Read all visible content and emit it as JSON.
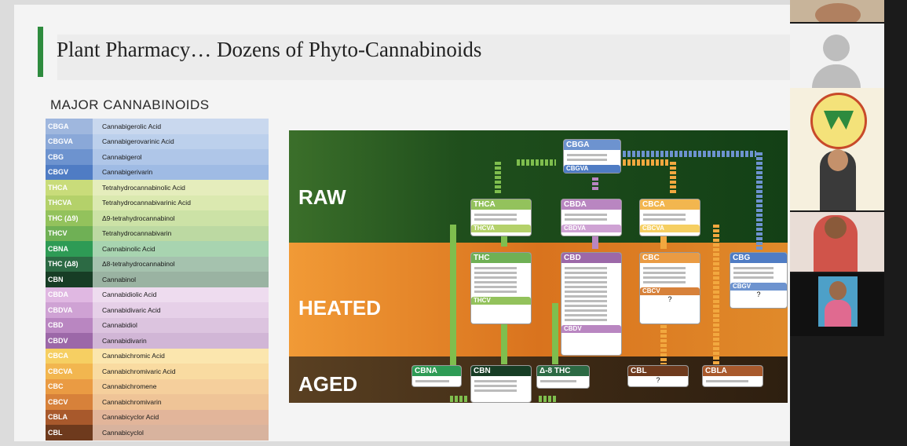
{
  "slide": {
    "title": "Plant Pharmacy… Dozens of Phyto-Cannabinoids",
    "subheading": "MAJOR CANNABINOIDS"
  },
  "cannabinoids": [
    {
      "abbr": "CBGA",
      "name": "Cannabigerolic Acid",
      "color": "#9fb7de",
      "bg": "#c9d8ee"
    },
    {
      "abbr": "CBGVA",
      "name": "Cannabigerovarinic Acid",
      "color": "#8aa8d8",
      "bg": "#bcd0ec"
    },
    {
      "abbr": "CBG",
      "name": "Cannabigerol",
      "color": "#6d93cf",
      "bg": "#afc6e8"
    },
    {
      "abbr": "CBGV",
      "name": "Cannabigerivarin",
      "color": "#4f7cc4",
      "bg": "#9fbbe4"
    },
    {
      "abbr": "THCA",
      "name": "Tetrahydrocannabinolic Acid",
      "color": "#c9dc7a",
      "bg": "#e5edbc"
    },
    {
      "abbr": "THCVA",
      "name": "Tetrahydrocannabivarinic Acid",
      "color": "#b4d16a",
      "bg": "#dbe9b0"
    },
    {
      "abbr": "THC (Δ9)",
      "name": "Δ9-tetrahydrocannabinol",
      "color": "#93c25c",
      "bg": "#cce2a6"
    },
    {
      "abbr": "THCV",
      "name": "Tetrahydrocannabivarin",
      "color": "#6fb055",
      "bg": "#bcd9a2"
    },
    {
      "abbr": "CBNA",
      "name": "Cannabinolic Acid",
      "color": "#2e9b55",
      "bg": "#a8d4b0"
    },
    {
      "abbr": "THC (Δ8)",
      "name": "Δ8-tetrahydrocannabinol",
      "color": "#2c6a44",
      "bg": "#a5c2ae"
    },
    {
      "abbr": "CBN",
      "name": "Cannabinol",
      "color": "#173d25",
      "bg": "#9ab3a2"
    },
    {
      "abbr": "CBDA",
      "name": "Cannabidiolic Acid",
      "color": "#e0b8e2",
      "bg": "#eedcef"
    },
    {
      "abbr": "CBDVA",
      "name": "Cannabidivaric Acid",
      "color": "#cfa2d4",
      "bg": "#e6d0e8"
    },
    {
      "abbr": "CBD",
      "name": "Cannabidiol",
      "color": "#b986c1",
      "bg": "#dcc4df"
    },
    {
      "abbr": "CBDV",
      "name": "Cannabidivarin",
      "color": "#9c68a8",
      "bg": "#d1b6d6"
    },
    {
      "abbr": "CBCA",
      "name": "Cannabichromic Acid",
      "color": "#f6cf62",
      "bg": "#fbe6ae"
    },
    {
      "abbr": "CBCVA",
      "name": "Cannabichromivaric Acid",
      "color": "#f2b64f",
      "bg": "#f9dba1"
    },
    {
      "abbr": "CBC",
      "name": "Cannabichromene",
      "color": "#ea9b43",
      "bg": "#f5cf9c"
    },
    {
      "abbr": "CBCV",
      "name": "Cannabichromivarin",
      "color": "#d7813a",
      "bg": "#efc497"
    },
    {
      "abbr": "CBLA",
      "name": "Cannabicyclor Acid",
      "color": "#a8592c",
      "bg": "#e2b59a"
    },
    {
      "abbr": "CBL",
      "name": "Cannabicyclol",
      "color": "#6e3a1d",
      "bg": "#d8b39e"
    }
  ],
  "diagram": {
    "bands": [
      {
        "label": "RAW",
        "color": "#1f4e1c"
      },
      {
        "label": "HEATED",
        "color": "#d9731e"
      },
      {
        "label": "AGED",
        "color": "#3b2814"
      }
    ],
    "boxes": [
      {
        "id": "cbga",
        "label": "CBGA",
        "sub": "CBGVA",
        "color": "#6d93cf"
      },
      {
        "id": "thca",
        "label": "THCA",
        "sub": "THCVA",
        "color": "#93c25c"
      },
      {
        "id": "cbda",
        "label": "CBDA",
        "sub": "CBDVA",
        "color": "#b986c1"
      },
      {
        "id": "cbca",
        "label": "CBCA",
        "sub": "CBCVA",
        "color": "#f2b64f"
      },
      {
        "id": "thc",
        "label": "THC",
        "sub": "THCV",
        "color": "#6fb055"
      },
      {
        "id": "cbd",
        "label": "CBD",
        "sub": "CBDV",
        "color": "#9c68a8"
      },
      {
        "id": "cbc",
        "label": "CBC",
        "sub": "CBCV",
        "color": "#ea9b43"
      },
      {
        "id": "cbg",
        "label": "CBG",
        "sub": "CBGV",
        "color": "#4f7cc4"
      },
      {
        "id": "cbna",
        "label": "CBNA",
        "sub": "",
        "color": "#2e9b55"
      },
      {
        "id": "cbn",
        "label": "CBN",
        "sub": "",
        "color": "#173d25"
      },
      {
        "id": "d8thc",
        "label": "Δ-8 THC",
        "sub": "",
        "color": "#2c6a44"
      },
      {
        "id": "cbl",
        "label": "CBL",
        "sub": "",
        "color": "#6e3a1d"
      },
      {
        "id": "cbla",
        "label": "CBLA",
        "sub": "",
        "color": "#a8592c"
      }
    ],
    "unknown_mark": "?"
  },
  "participants": [
    {
      "name": "participant-1",
      "bg": "#c8b49a"
    },
    {
      "name": "participant-avatar",
      "bg": "#f0f0f0"
    },
    {
      "name": "participant-logo",
      "bg": "#f5f0e0"
    },
    {
      "name": "participant-3",
      "bg": "#8a5a3a"
    },
    {
      "name": "participant-4",
      "bg": "#4da0c8"
    }
  ]
}
